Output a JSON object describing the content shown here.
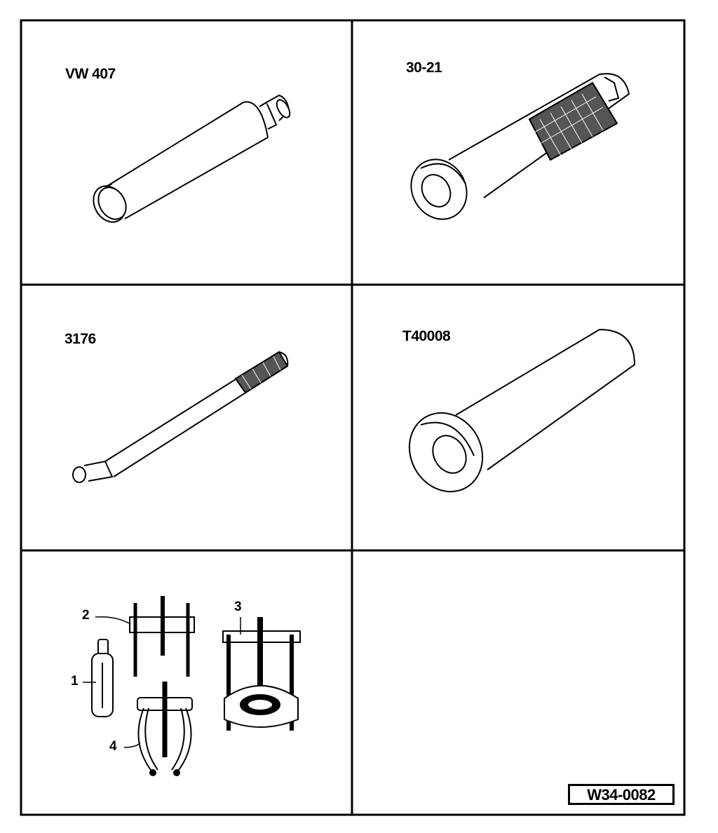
{
  "tools": [
    {
      "label": "VW 407",
      "icon": "plain-drift-icon"
    },
    {
      "label": "30-21",
      "icon": "knurled-sleeve-drift-icon"
    },
    {
      "label": "3176",
      "icon": "long-knurled-rod-icon"
    },
    {
      "label": "T40008",
      "icon": "flanged-sleeve-drift-icon"
    }
  ],
  "puller_kit": {
    "icon": "puller-set-icon",
    "callouts": [
      "1",
      "2",
      "3",
      "4"
    ]
  },
  "figure_ref": "W34-0082",
  "colors": {
    "line": "#000000",
    "paper": "#ffffff"
  }
}
